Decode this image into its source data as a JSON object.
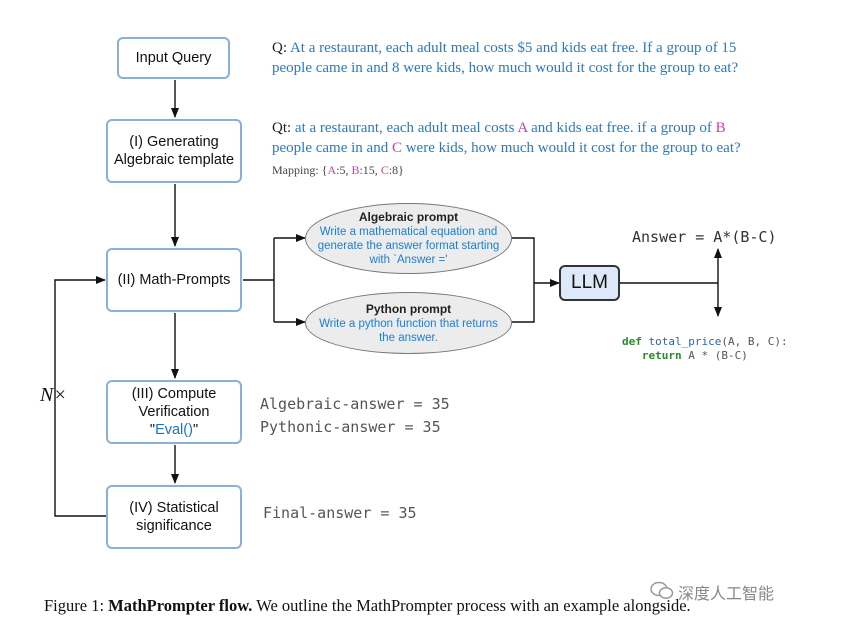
{
  "boxes": {
    "input_query": "Input Query",
    "step1": [
      "(I) Generating",
      "Algebraic template"
    ],
    "step2": "(II) Math-Prompts",
    "step3": [
      "(III) Compute",
      "Verification",
      "\"",
      "Eval()",
      "\""
    ],
    "step4": [
      "(IV) Statistical",
      "significance"
    ]
  },
  "prompts": {
    "algebraic": {
      "title": "Algebraic prompt",
      "lines": [
        "Write a mathematical equation and",
        "generate the answer format starting",
        "with `Answer ='"
      ]
    },
    "python": {
      "title": "Python prompt",
      "lines": [
        "Write a python function that returns",
        "the answer."
      ]
    }
  },
  "llm_label": "LLM",
  "loop_label": "N×",
  "question": {
    "label": "Q:",
    "line1": "At a restaurant, each adult meal costs $5 and kids eat free.  If a group of 15",
    "line2": "people came in and 8 were kids, how much would it cost for the group to eat?"
  },
  "template": {
    "label": "Qt:",
    "l1_a": "at a restaurant, each adult meal costs",
    "var_a": "A",
    "l1_b": "and kids eat free.  if a group of",
    "var_b": "B",
    "l2_a": "people came in and",
    "var_c": "C",
    "l2_b": "were kids, how much would it cost for the group to eat?"
  },
  "mapping": {
    "prefix": "Mapping: {",
    "a_key": "A",
    "a_val": ":5, ",
    "b_key": "B",
    "b_val": ":15, ",
    "c_key": "C",
    "c_val": ":8}"
  },
  "answer_expr": "Answer = A*(B-C)",
  "python_code": {
    "def": "def",
    "fn_name": "total_price",
    "sig": "(A, B, C):",
    "ret": "return",
    "ret_expr": "A * (B-C)"
  },
  "results": {
    "algebraic": "Algebraic-answer = 35",
    "pythonic": "Pythonic-answer = 35",
    "final": "Final-answer = 35"
  },
  "caption": {
    "prefix": "Figure 1:",
    "bold": "MathPrompter flow.",
    "rest": "We outline the MathPrompter process with an example alongside."
  },
  "watermark": "深度人工智能",
  "colors": {
    "box_border": "#8ab0d8",
    "llm_fill": "#dde9f8",
    "prompt_fill": "#ececec",
    "question_text": "#2979c9",
    "variable": "#c83fae"
  }
}
